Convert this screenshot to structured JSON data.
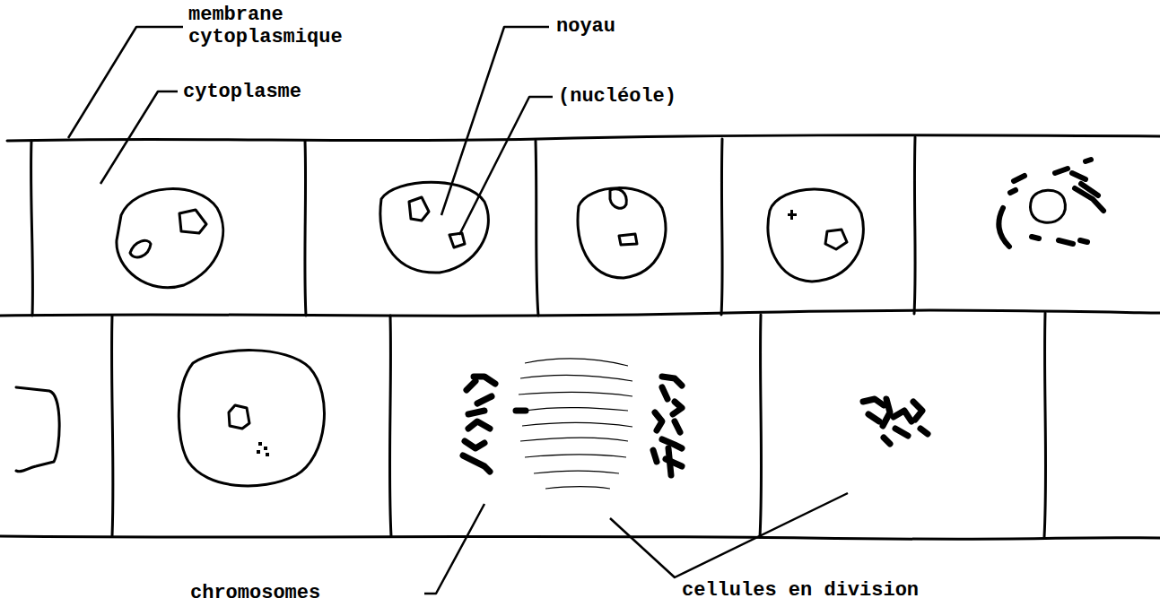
{
  "diagram": {
    "labels": [
      "membrane cytoplasmique",
      "cytoplasme",
      "noyau",
      "(nucléole)",
      "chromosomes",
      "cellules en division"
    ]
  }
}
